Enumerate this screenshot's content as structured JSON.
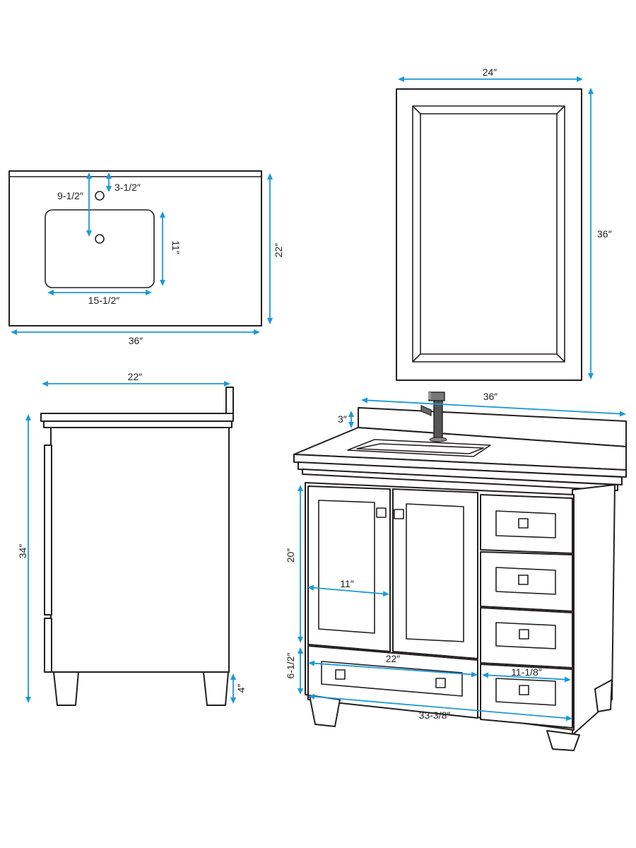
{
  "accent_color": "#1b9ad6",
  "outline_color": "#231f20",
  "labels": {
    "top_width": "36″",
    "top_depth": "22″",
    "faucet_offset": "3-1/2″",
    "drain_offset": "9-1/2″",
    "sink_depth": "11″",
    "sink_width": "15-1/2″",
    "mirror_width": "24″",
    "mirror_height": "36″",
    "side_depth": "22″",
    "side_height": "34″",
    "leg_height": "4″",
    "backsplash_height": "3″",
    "vanity_width": "36″",
    "door_height": "20″",
    "door_width": "11″",
    "drawer_height": "6-1/2″",
    "drawer_width": "22″",
    "small_drawer_width": "11-1/8″",
    "cabinet_width": "33-3/8″"
  }
}
